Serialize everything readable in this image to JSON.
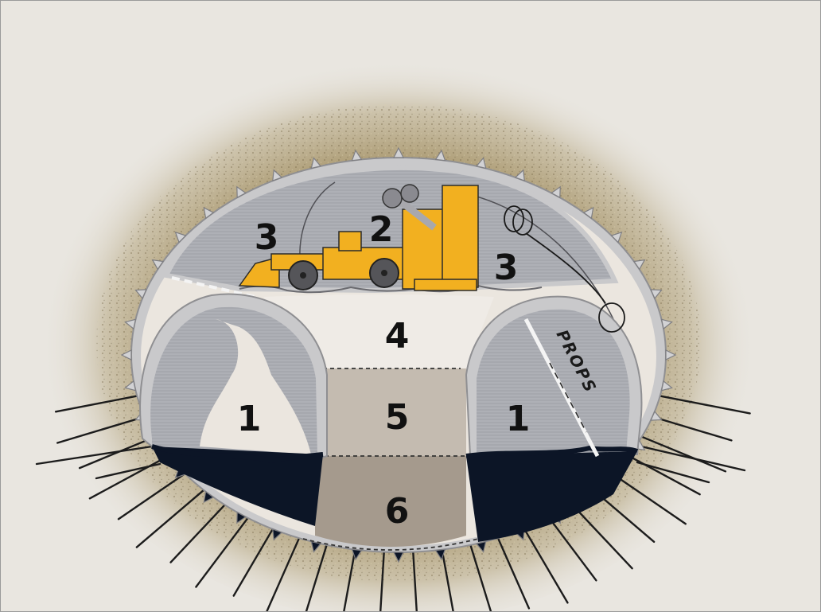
{
  "diagram": {
    "stages": [
      {
        "id": "left-sidewall-drift",
        "label": "1"
      },
      {
        "id": "right-sidewall-drift",
        "label": "1"
      },
      {
        "id": "crown-heading",
        "label": "2"
      },
      {
        "id": "crown-left-bench",
        "label": "3"
      },
      {
        "id": "crown-right-bench",
        "label": "3"
      },
      {
        "id": "core-upper",
        "label": "4"
      },
      {
        "id": "core-middle",
        "label": "5"
      },
      {
        "id": "invert",
        "label": "6"
      }
    ],
    "props_label": "PROPS"
  },
  "colors": {
    "background": "#ffffff",
    "page": "#e9e6e0",
    "rock": "#a8966c",
    "lining": "#c9c9cb",
    "excavated_zone": "#aeb0b6",
    "core_light": "#efebe6",
    "core_mid": "#c4bbb0",
    "core_dark": "#a59a8d",
    "dark_ground": "#0c1526",
    "machine": "#f2b020",
    "bolt": "#1c1c1c"
  }
}
